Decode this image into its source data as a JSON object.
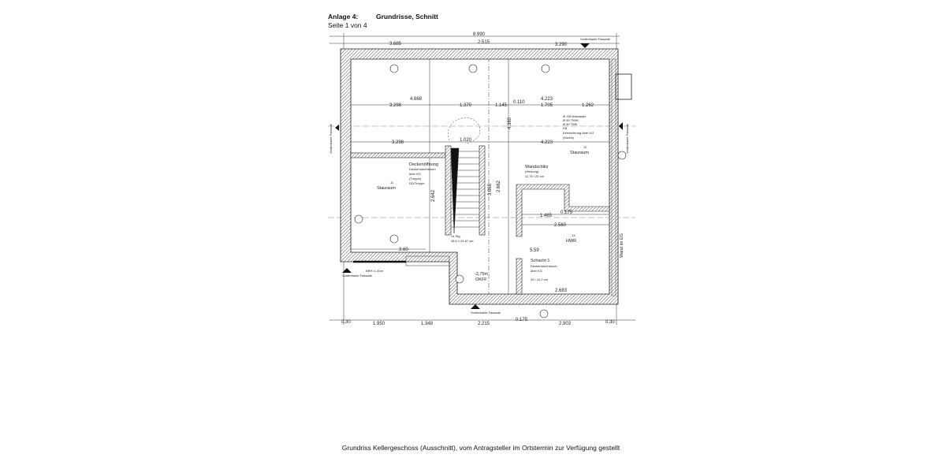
{
  "header": {
    "anlage": "Anlage 4:",
    "title": "Grundrisse, Schnitt",
    "page": "Seite 1 von 4"
  },
  "plan": {
    "dims_top": [
      "8.990",
      "3.685",
      "2.515",
      "3.290"
    ],
    "dims_bottom": [
      "0.30",
      "1.950",
      "1.348",
      "2.215",
      "2.903",
      "0.30"
    ],
    "dims_inner": [
      "4.668",
      "3.298",
      "1.370",
      "1.145",
      "0.110",
      "4.223",
      "1.705",
      "1.262",
      "3.298",
      "1.020",
      "4.223",
      "2.642",
      "3.068",
      "2.662",
      "4.380",
      "1.465",
      "0.175",
      "2.560",
      "3.60",
      "5.59",
      "2.683",
      "0.175"
    ],
    "labels": {
      "fassade_top": "Vorderkante Fassade",
      "fassade_bottom": "Vorderkante Fassade",
      "fassade_left_bottom": "Vorderkante Fassade",
      "fassade_left": "Vorderkante Fassade",
      "fassade_right": "Vorderkante Fassade",
      "wand_eg": "Wand im EG",
      "room11_no": "11",
      "room11_name": "Stauraum",
      "room12_no": "12",
      "room12_name": "Stauraum",
      "room13_no": "13",
      "room13_name": "HWR",
      "deckenoeffnung": "Deckenöffnung",
      "deckenoeffnung_sub1": "Deckendurchbruch",
      "deckenoeffnung_sub2": "über KG",
      "deckenoeffnung_sub3": "(Treppe)",
      "deckenoeffnung_sub4": "DD/Treppe",
      "wandschlitz": "Wandschlitz",
      "wandschlitz_sub1": "(Heizung)",
      "wandschlitz_sub2": "11,75 / 20 cm",
      "schacht": "Schacht 1",
      "schacht_sub1": "Deckendurchbruch",
      "schacht_sub2": "über KG",
      "schacht_sub3": "20 / 10,2 cm",
      "abwasser1": "Ø 150 Abwasser",
      "abwasser2": "Ø 50 TWW",
      "abwasser3": "Ø 50 TWK",
      "abwasser4": "KB",
      "abwasser5": "Kernbohrung über UG",
      "abwasser6": "(Küche)",
      "stairs": "14 Stg.",
      "stairs_sub": "18,6 x 24,67 cm",
      "level": "-2,75m",
      "okff": "OKFF",
      "window": "BRH=1,30m"
    }
  },
  "caption": "Grundriss Kellergeschoss (Ausschnitt), vom Antragsteller im Ortstermin zur Verfügung gestellt",
  "colors": {
    "lines": "#222222",
    "hatch": "#555555"
  }
}
